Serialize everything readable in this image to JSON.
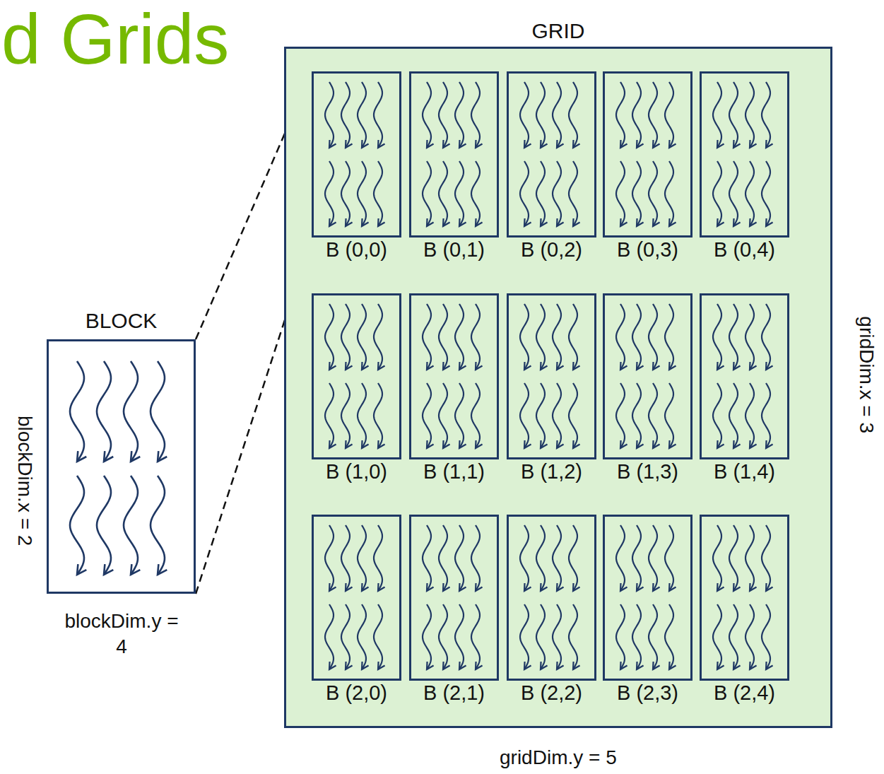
{
  "diagram": {
    "title": "d Grids",
    "nodes": [
      {
        "text": [
          "GRID"
        ]
      },
      {
        "text": [
          "B (0,0)"
        ],
        "in": 0
      },
      {
        "text": [
          "B (0,1)"
        ],
        "in": 0
      },
      {
        "text": [
          "B (0,2)"
        ],
        "in": 0
      },
      {
        "text": [
          "B (0,3)"
        ],
        "in": 0
      },
      {
        "text": [
          "B (0,4)"
        ],
        "in": 0
      },
      {
        "text": [
          "B (1,0)"
        ],
        "in": 0
      },
      {
        "text": [
          "B (1,1)"
        ],
        "in": 0
      },
      {
        "text": [
          "B (1,2)"
        ],
        "in": 0
      },
      {
        "text": [
          "B (1,3)"
        ],
        "in": 0
      },
      {
        "text": [
          "B (1,4)"
        ],
        "in": 0
      },
      {
        "text": [
          "B (2,0)"
        ],
        "in": 0
      },
      {
        "text": [
          "B (2,1)"
        ],
        "in": 0
      },
      {
        "text": [
          "B (2,2)"
        ],
        "in": 0
      },
      {
        "text": [
          "B (2,3)"
        ],
        "in": 0
      },
      {
        "text": [
          "B (2,4)"
        ],
        "in": 0
      },
      {
        "text": [
          "BLOCK"
        ]
      }
    ],
    "edges": [
      {
        "from": 16,
        "to": 1,
        "arrow": "none"
      },
      {
        "from": 16,
        "to": 1,
        "arrow": "none"
      }
    ],
    "labels": [
      "blockDim.x = 2",
      "blockDim.y = 4",
      "gridDim.x = 3",
      "gridDim.y = 5"
    ]
  }
}
